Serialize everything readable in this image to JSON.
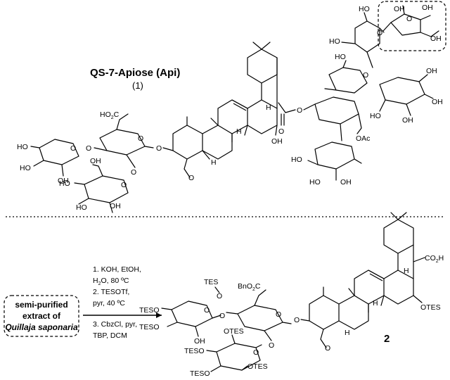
{
  "compound1": {
    "name": "QS-7-Apiose (Api)",
    "number": "(1)",
    "labels": {
      "ho_api_top": "HO",
      "oh_api_1": "OH",
      "oh_api_2": "OH",
      "o_api": "O",
      "oh_api_3": "OH",
      "ho_xyl_top": "HO",
      "o_xyl": "O",
      "ho_rha_1": "HO",
      "o_rha_link": "O",
      "ho_glc_1": "HO",
      "oh_glc_1": "OH",
      "oh_glc_2": "OH",
      "oh_glc_3": "OH",
      "o_ester": "O",
      "o_ester2": "O",
      "oac": "OAc",
      "ho_fuc_1": "HO",
      "ho_fuc_2": "HO",
      "oh_fuc": "OH",
      "oh_c16": "OH",
      "h_1": "H",
      "h_2": "H",
      "h_3": "H",
      "ho2c": "HO",
      "ho2c_sub": "2",
      "ho2c_c": "C",
      "ho_xyl2_1": "HO",
      "ho_xyl2_2": "HO",
      "oh_xyl2": "OH",
      "o_xyl2": "O",
      "o_glca": "O",
      "o_glca_ring": "O",
      "o_c3": "O",
      "o_gal_link": "O",
      "oh_gal_top": "OH",
      "ho_gal_1": "HO",
      "ho_gal_2": "HO",
      "oh_gal_1": "OH",
      "o_gal_ring": "O",
      "o_cho": "O"
    }
  },
  "divider": "dotted",
  "reaction": {
    "start_box": [
      "semi-purified",
      "extract of",
      "Quillaja saponaria"
    ],
    "conditions": [
      "1. KOH, EtOH,",
      "H",
      "2",
      "O, 80 ºC",
      "2. TESOTf,",
      "pyr, 40 ºC",
      "3. CbzCl, pyr,",
      "TBP, DCM"
    ]
  },
  "compound2": {
    "number": "2",
    "labels": {
      "co2h_1": "CO",
      "co2h_sub": "2",
      "co2h_2": "H",
      "h_c18": "H",
      "otes_c16": "OTES",
      "h_1": "H",
      "h_2": "H",
      "o_c3": "O",
      "o_cho": "O",
      "tes_top": "TES",
      "o_tes_link": "O",
      "bno2c_1": "BnO",
      "bno2c_sub": "2",
      "bno2c_2": "C",
      "o_glca_ring": "O",
      "tesO_1": "TESO",
      "tesO_2": "TESO",
      "o_xyl_ring": "O",
      "o_xyl_link": "O",
      "oh_xyl": "OH",
      "o_gal_link": "O",
      "otes_gal_top": "OTES",
      "teso_gal_1": "TESO",
      "teso_gal_2": "TESO",
      "otes_gal_1": "OTES",
      "o_gal_ring": "O"
    }
  }
}
